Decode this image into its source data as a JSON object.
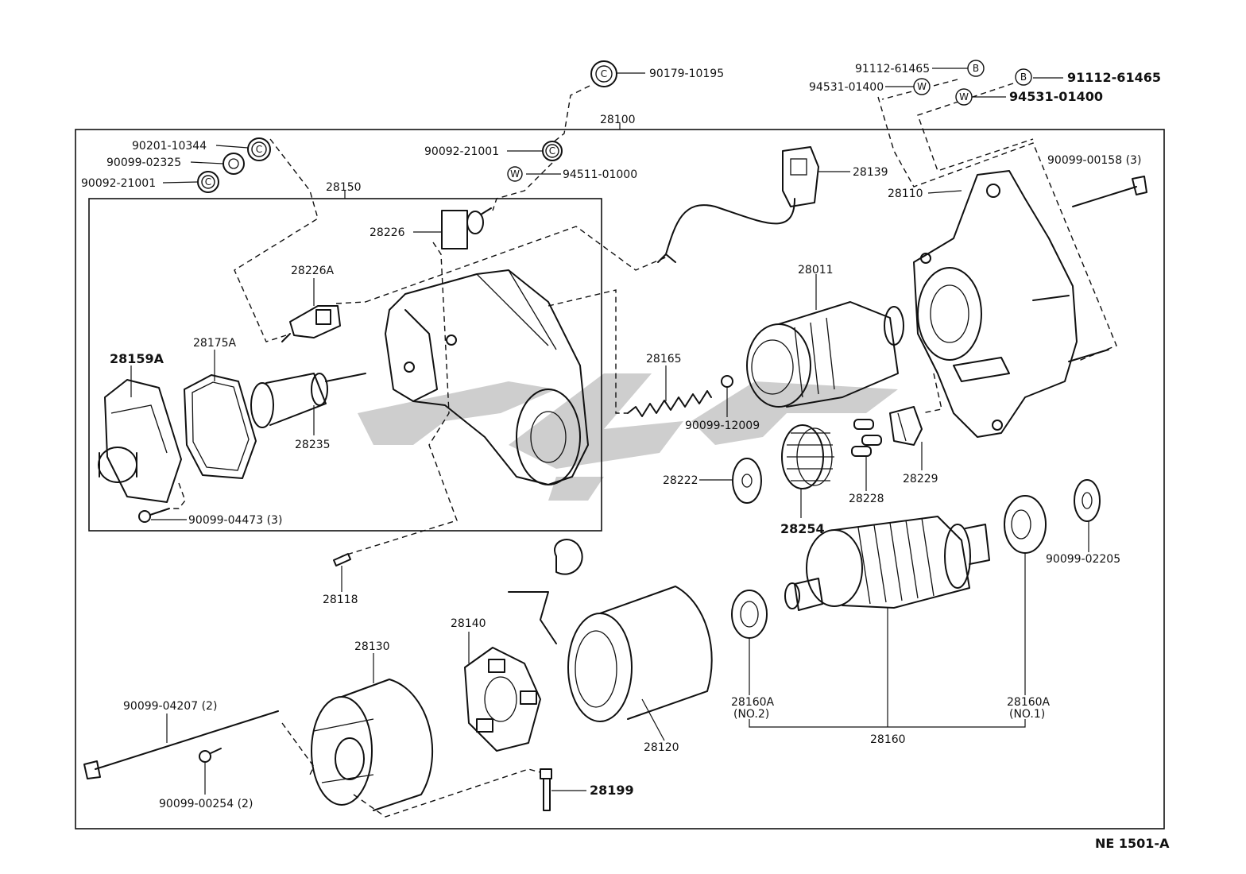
{
  "diagram_code": "NE  1501-A",
  "assembly": {
    "main": "28100",
    "sub": "28150"
  },
  "labels": [
    {
      "id": "l_90179_10195",
      "text": "90179-10195"
    },
    {
      "id": "l_28100",
      "text": "28100"
    },
    {
      "id": "l_91112_61465_a",
      "text": "91112-61465"
    },
    {
      "id": "l_94531_01400_a",
      "text": "94531-01400"
    },
    {
      "id": "l_91112_61465_b",
      "text": "91112-61465"
    },
    {
      "id": "l_94531_01400_b",
      "text": "94531-01400"
    },
    {
      "id": "l_90201_10344",
      "text": "90201-10344"
    },
    {
      "id": "l_90099_02325",
      "text": "90099-02325"
    },
    {
      "id": "l_90092_21001_a",
      "text": "90092-21001"
    },
    {
      "id": "l_90092_21001_b",
      "text": "90092-21001"
    },
    {
      "id": "l_94511_01000",
      "text": "94511-01000"
    },
    {
      "id": "l_28139",
      "text": "28139"
    },
    {
      "id": "l_90099_00158",
      "text": "90099-00158 (3)"
    },
    {
      "id": "l_28150",
      "text": "28150"
    },
    {
      "id": "l_28226",
      "text": "28226"
    },
    {
      "id": "l_28110",
      "text": "28110"
    },
    {
      "id": "l_28226A",
      "text": "28226A"
    },
    {
      "id": "l_28011",
      "text": "28011"
    },
    {
      "id": "l_28175A",
      "text": "28175A"
    },
    {
      "id": "l_28159A",
      "text": "28159A"
    },
    {
      "id": "l_28165",
      "text": "28165"
    },
    {
      "id": "l_90099_12009",
      "text": "90099-12009"
    },
    {
      "id": "l_28235",
      "text": "28235"
    },
    {
      "id": "l_28229",
      "text": "28229"
    },
    {
      "id": "l_28222",
      "text": "28222"
    },
    {
      "id": "l_28228",
      "text": "28228"
    },
    {
      "id": "l_28254",
      "text": "28254"
    },
    {
      "id": "l_90099_04473",
      "text": "90099-04473 (3)"
    },
    {
      "id": "l_90099_02205",
      "text": "90099-02205"
    },
    {
      "id": "l_28118",
      "text": "28118"
    },
    {
      "id": "l_28140",
      "text": "28140"
    },
    {
      "id": "l_28130",
      "text": "28130"
    },
    {
      "id": "l_28160A_2",
      "text": "28160A"
    },
    {
      "id": "l_no2",
      "text": "(NO.2)"
    },
    {
      "id": "l_28160A_1",
      "text": "28160A"
    },
    {
      "id": "l_no1",
      "text": "(NO.1)"
    },
    {
      "id": "l_28160",
      "text": "28160"
    },
    {
      "id": "l_28120",
      "text": "28120"
    },
    {
      "id": "l_90099_04207",
      "text": "90099-04207 (2)"
    },
    {
      "id": "l_28199",
      "text": "28199"
    },
    {
      "id": "l_90099_00254",
      "text": "90099-00254 (2)"
    }
  ],
  "symbols": {
    "c": "C",
    "w": "W",
    "b": "B"
  }
}
